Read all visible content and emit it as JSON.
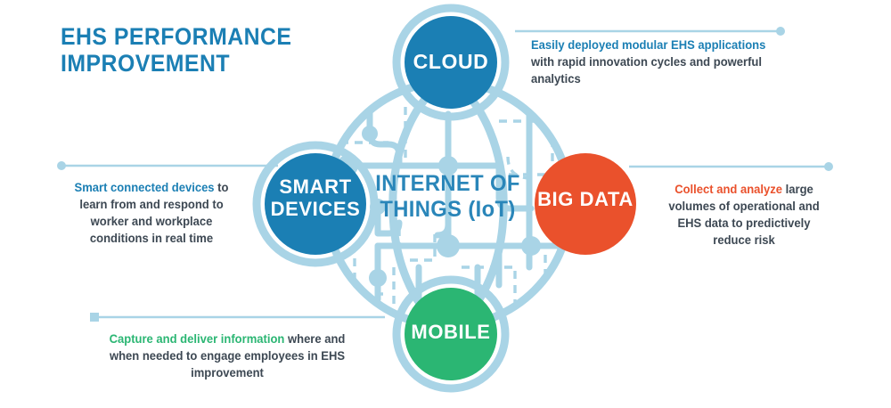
{
  "title": {
    "line1": "EHS PERFORMANCE",
    "line2": "IMPROVEMENT"
  },
  "center": {
    "line1": "INTERNET OF",
    "line2": "THINGS (IoT)"
  },
  "colors": {
    "blue": "#1b7fb4",
    "light_blue": "#a9d4e6",
    "orange": "#ea512c",
    "green": "#2bb673",
    "dark_gray": "#3d4853",
    "center_blue": "#2a86b9",
    "background": "#ffffff"
  },
  "nodes": {
    "cloud": {
      "label": "CLOUD",
      "color": "#1b7fb4"
    },
    "smart_devices": {
      "label_line1": "SMART",
      "label_line2": "DEVICES",
      "color": "#1b7fb4"
    },
    "big_data": {
      "label": "BIG DATA",
      "color": "#ea512c"
    },
    "mobile": {
      "label": "MOBILE",
      "color": "#2bb673"
    }
  },
  "captions": {
    "cloud": {
      "highlight": "Easily deployed modular EHS applications",
      "rest": " with rapid innovation cycles and powerful analytics"
    },
    "smart_devices": {
      "highlight": "Smart connected devices",
      "rest": " to learn from and respond to worker and workplace conditions in real time"
    },
    "big_data": {
      "highlight": "Collect and analyze",
      "rest": " large volumes of operational and EHS data to predictively reduce risk"
    },
    "mobile": {
      "highlight": "Capture and deliver information",
      "rest": " where and when needed to engage employees in EHS improvement"
    }
  }
}
